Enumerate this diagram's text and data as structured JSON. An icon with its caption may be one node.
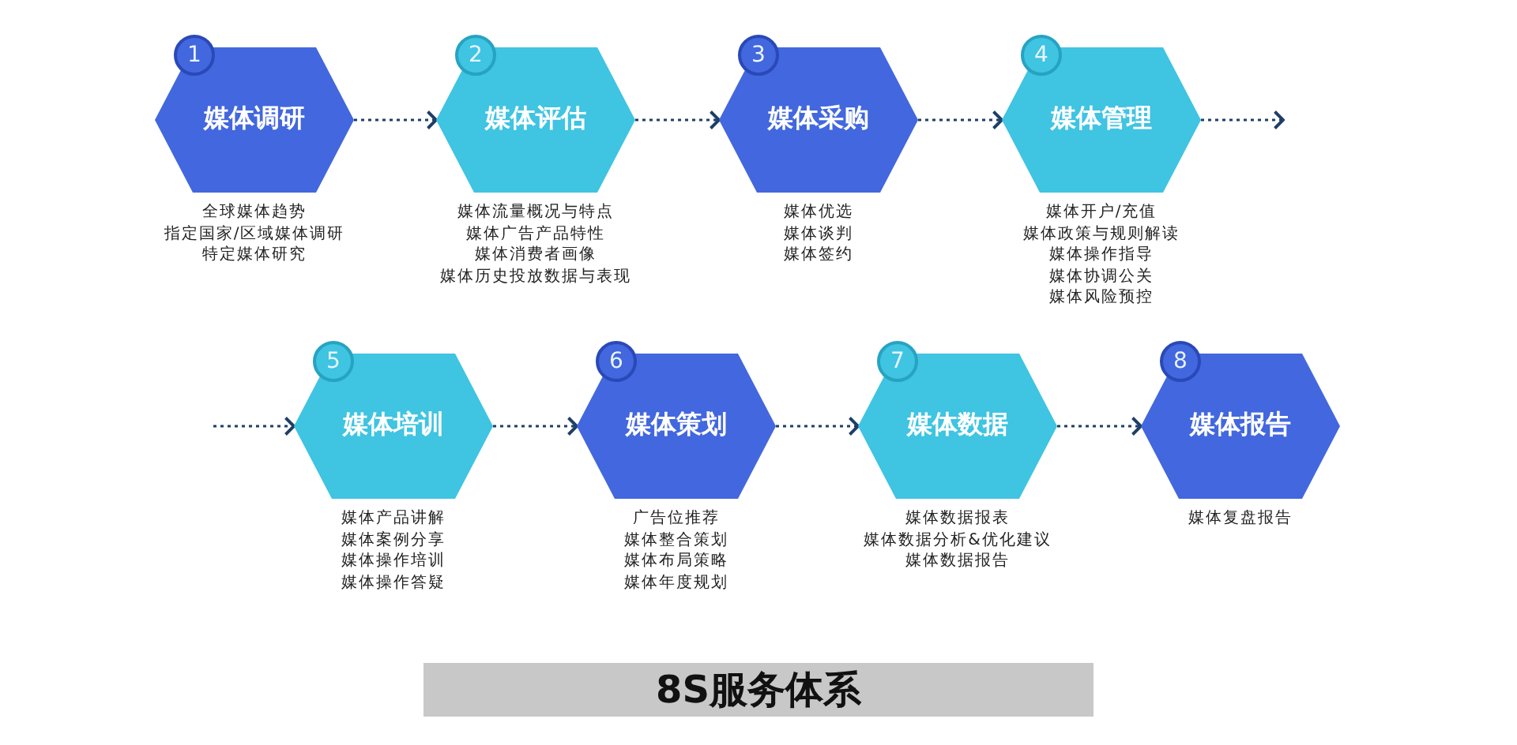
{
  "diagram": {
    "title": "8S服务体系",
    "nodes": [
      {
        "text": [
          "1",
          "媒体调研"
        ],
        "beside": [
          "全球媒体趋势",
          "指定国家/区域媒体调研",
          "特定媒体研究"
        ]
      },
      {
        "text": [
          "2",
          "媒体评估"
        ],
        "beside": [
          "媒体流量概况与特点",
          "媒体广告产品特性",
          "媒体消费者画像",
          "媒体历史投放数据与表现"
        ]
      },
      {
        "text": [
          "3",
          "媒体采购"
        ],
        "beside": [
          "媒体优选",
          "媒体谈判",
          "媒体签约"
        ]
      },
      {
        "text": [
          "4",
          "媒体管理"
        ],
        "beside": [
          "媒体开户/充值",
          "媒体政策与规则解读",
          "媒体操作指导",
          "媒体协调公关",
          "媒体风险预控"
        ]
      },
      {
        "text": [
          "5",
          "媒体培训"
        ],
        "beside": [
          "媒体产品讲解",
          "媒体案例分享",
          "媒体操作培训",
          "媒体操作答疑"
        ]
      },
      {
        "text": [
          "6",
          "媒体策划"
        ],
        "beside": [
          "广告位推荐",
          "媒体整合策划",
          "媒体布局策略",
          "媒体年度规划"
        ]
      },
      {
        "text": [
          "7",
          "媒体数据"
        ],
        "beside": [
          "媒体数据报表",
          "媒体数据分析&优化建议",
          "媒体数据报告"
        ]
      },
      {
        "text": [
          "8",
          "媒体报告"
        ],
        "beside": [
          "媒体复盘报告"
        ]
      }
    ],
    "edges": [
      {
        "from": 0,
        "to": 1,
        "arrow": "to",
        "style": "dashed"
      },
      {
        "from": 1,
        "to": 2,
        "arrow": "to",
        "style": "dashed"
      },
      {
        "from": 2,
        "to": 3,
        "arrow": "to",
        "style": "dashed"
      },
      {
        "from": 3,
        "to": null,
        "arrow": "to",
        "style": "dashed"
      },
      {
        "from": null,
        "to": 4,
        "arrow": "to",
        "style": "dashed"
      },
      {
        "from": 4,
        "to": 5,
        "arrow": "to",
        "style": "dashed"
      },
      {
        "from": 5,
        "to": 6,
        "arrow": "to",
        "style": "dashed"
      },
      {
        "from": 6,
        "to": 7,
        "arrow": "to",
        "style": "dashed"
      }
    ]
  }
}
